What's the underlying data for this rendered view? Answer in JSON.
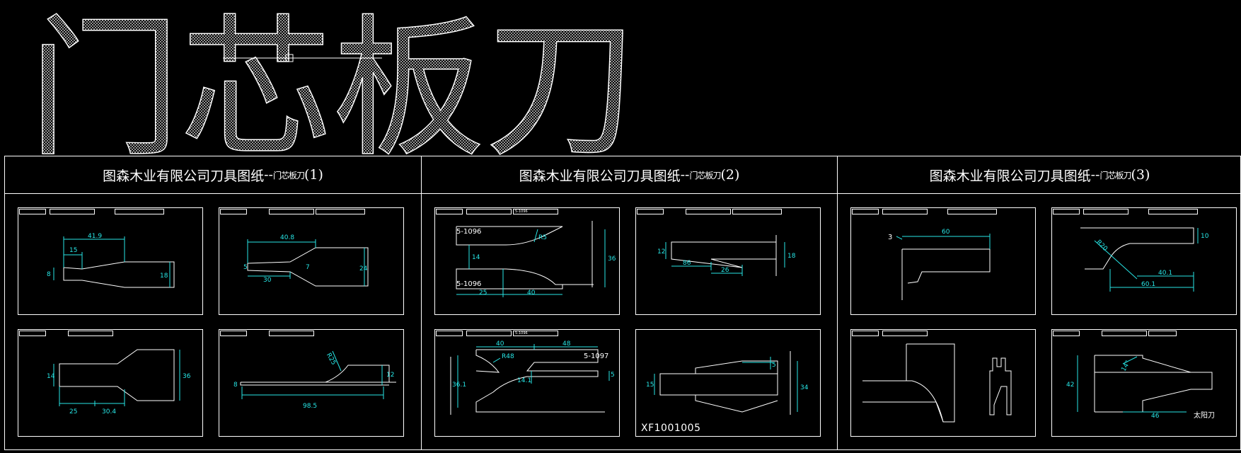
{
  "banner": {
    "title": "门芯板刀"
  },
  "columns": [
    {
      "title": "图森木业有限公司刀具图纸",
      "separator": "--",
      "subtitle": "门芯板刀",
      "index": "(1)"
    },
    {
      "title": "图森木业有限公司刀具图纸",
      "separator": "--",
      "subtitle": "门芯板刀",
      "index": "(2)"
    },
    {
      "title": "图森木业有限公司刀具图纸",
      "separator": "--",
      "subtitle": "门芯板刀",
      "index": "(3)"
    }
  ],
  "panels": {
    "p1": {
      "dims": [
        "41.9",
        "15",
        "8",
        "18"
      ]
    },
    "p2": {
      "dims": [
        "40.8",
        "5",
        "30",
        "7",
        "24"
      ]
    },
    "p3": {
      "dims": [
        "14",
        "25",
        "30.4",
        "36"
      ]
    },
    "p4": {
      "dims": [
        "R25",
        "8",
        "12",
        "98.5"
      ]
    },
    "p5": {
      "dims": [
        "5-1096",
        "5-1096",
        "R5",
        "14",
        "25",
        "40",
        "36"
      ],
      "header": "5-1096"
    },
    "p6": {
      "dims": [
        "12",
        "86",
        "26",
        "18"
      ]
    },
    "p7": {
      "dims": [
        "40",
        "48",
        "5-1097",
        "R48",
        "36.1",
        "14.1",
        "5"
      ],
      "header": "5-1096"
    },
    "p8": {
      "dims": [
        "5",
        "15",
        "34"
      ]
    },
    "p9": {
      "dims": [
        "60",
        "3"
      ]
    },
    "p10": {
      "dims": [
        "R20",
        "10",
        "40.1",
        "60.1"
      ]
    },
    "p11": {
      "dims": []
    },
    "p12": {
      "dims": [
        "14°",
        "42",
        "46",
        "太阳刀"
      ]
    }
  },
  "code_label": "XF1001005"
}
